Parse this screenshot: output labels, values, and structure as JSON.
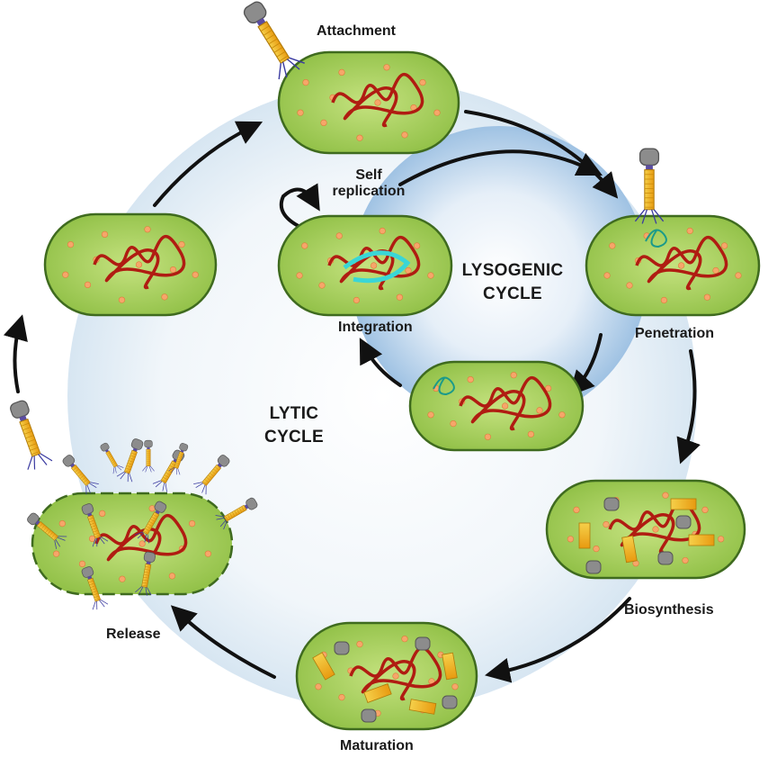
{
  "labels": {
    "attachment": "Attachment",
    "penetration": "Penetration",
    "biosynthesis": "Biosynthesis",
    "maturation": "Maturation",
    "release": "Release",
    "integration": "Integration",
    "self_line1": "Self",
    "self_line2": "replication",
    "lysogenic_line1": "LYSOGENIC",
    "lysogenic_line2": "CYCLE",
    "lytic_line1": "LYTIC",
    "lytic_line2": "CYCLE"
  },
  "colors": {
    "cell_fill": "#a6cf5a",
    "cell_stroke": "#3f6b1f",
    "dna": "#b01c12",
    "prophage": "#3ad6d6",
    "phage_tail": "#f2b81e",
    "phage_head": "#8c8c8c",
    "arrow": "#111111",
    "lytic_bg": "#dde9f3",
    "lysogenic_bg": "#a9c9e6"
  },
  "icons": {
    "bacterium": "bacterium-cell-icon",
    "phage": "bacteriophage-icon",
    "dna": "dna-coil-icon"
  }
}
